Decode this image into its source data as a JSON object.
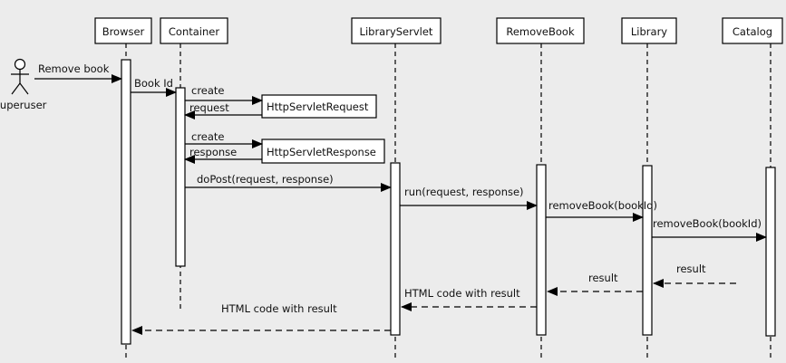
{
  "diagram": {
    "actor": {
      "label": "Superuser"
    },
    "participants": [
      {
        "id": "browser",
        "label": "Browser"
      },
      {
        "id": "container",
        "label": "Container"
      },
      {
        "id": "servlet",
        "label": "LibraryServlet"
      },
      {
        "id": "removebook",
        "label": "RemoveBook"
      },
      {
        "id": "library",
        "label": "Library"
      },
      {
        "id": "catalog",
        "label": "Catalog"
      }
    ],
    "created_objects": [
      {
        "id": "request_obj",
        "label": "HttpServletRequest"
      },
      {
        "id": "response_obj",
        "label": "HttpServletResponse"
      }
    ],
    "messages": [
      {
        "id": "remove_book",
        "label": "Remove book"
      },
      {
        "id": "book_id",
        "label": "Book Id"
      },
      {
        "id": "create_request",
        "label": "create"
      },
      {
        "id": "request_return",
        "label": "request"
      },
      {
        "id": "create_response",
        "label": "create"
      },
      {
        "id": "response_return",
        "label": "response"
      },
      {
        "id": "do_post",
        "label": "doPost(request, response)"
      },
      {
        "id": "run",
        "label": "run(request, response)"
      },
      {
        "id": "remove_book_lib",
        "label": "removeBook(bookId)"
      },
      {
        "id": "remove_book_cat",
        "label": "removeBook(bookId)"
      },
      {
        "id": "result_cat",
        "label": "result"
      },
      {
        "id": "result_lib",
        "label": "result"
      },
      {
        "id": "html_rb",
        "label": "HTML code with result"
      },
      {
        "id": "html_servlet",
        "label": "HTML code with result"
      }
    ],
    "colors": {
      "background": "#ececec",
      "line": "#000000",
      "box": "#ffffff"
    }
  }
}
